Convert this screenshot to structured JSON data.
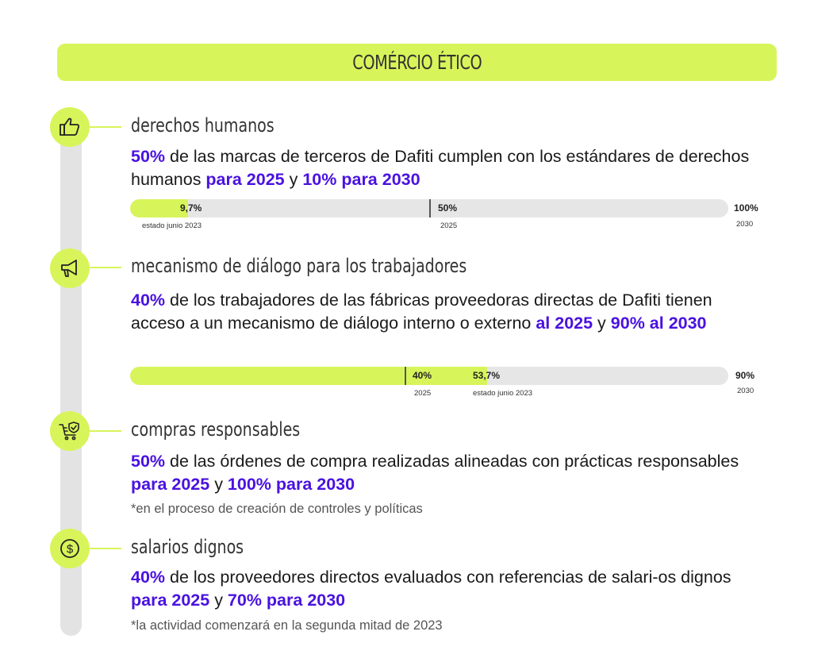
{
  "title": "COMÉRCIO ÉTICO",
  "colors": {
    "accent": "#d7f55a",
    "highlight": "#4a12e0",
    "track": "#e6e6e6"
  },
  "sections": [
    {
      "icon": "thumbs-up-icon",
      "heading": "derechos humanos",
      "text": {
        "p1": "50%",
        "p2": " de las marcas de terceros de Dafiti cumplen con los estándares de derechos humanos ",
        "p3": "para 2025",
        "p4": " y ",
        "p5": "10% para 2030"
      },
      "progress": {
        "current_fraction": 0.097,
        "current_label": "9,7%",
        "current_caption": "estado junio 2023",
        "target_label": "50%",
        "target_caption": "2025",
        "end_label": "100%",
        "end_caption": "2030"
      }
    },
    {
      "icon": "megaphone-icon",
      "heading": "mecanismo de diálogo para los trabajadores",
      "text": {
        "p1": "40%",
        "p2": " de los trabajadores de las fábricas proveedoras directas de Dafiti tienen acceso a un mecanismo de diálogo interno o externo ",
        "p3": "al 2025",
        "p4": " y ",
        "p5": "90% al 2030"
      },
      "progress": {
        "current_fraction": 0.597,
        "current_label": "53,7%",
        "current_caption": "estado junio 2023",
        "target_label": "40%",
        "target_caption": "2025",
        "end_label": "90%",
        "end_caption": "2030"
      }
    },
    {
      "icon": "shopping-cart-shield-icon",
      "heading": "compras responsables",
      "text": {
        "p1": "50%",
        "p2": " de las órdenes de compra realizadas alineadas con prácticas responsables ",
        "p3": "para 2025",
        "p4": " y ",
        "p5": "100% para 2030"
      },
      "note": "*en el proceso de creación de controles y políticas"
    },
    {
      "icon": "dollar-coin-icon",
      "heading": "salarios dignos",
      "text": {
        "p1": "40%",
        "p2": " de los proveedores directos evaluados con referencias de salari-os dignos ",
        "p3": "para 2025",
        "p4": " y ",
        "p5": "70% para 2030"
      },
      "note": "*la actividad comenzará en la segunda mitad de 2023"
    }
  ]
}
